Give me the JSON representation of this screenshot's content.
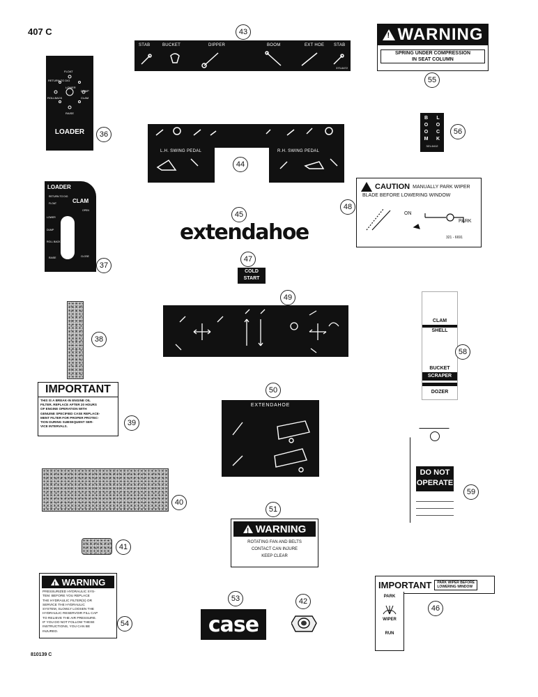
{
  "page": {
    "model": "407 C",
    "figure_code": "810139 C"
  },
  "callouts": [
    "43",
    "55",
    "36",
    "56",
    "44",
    "48",
    "45",
    "37",
    "47",
    "49",
    "38",
    "58",
    "39",
    "50",
    "59",
    "40",
    "51",
    "41",
    "42",
    "53",
    "54",
    "46"
  ],
  "decal_43": {
    "labels": [
      "STAB",
      "BUCKET",
      "DIPPER",
      "BOOM",
      "EXT HOE",
      "STAB"
    ],
    "part_no": "373-6472"
  },
  "decal_55": {
    "header": "WARNING",
    "text_lines": [
      "SPRING UNDER COMPRESSION",
      "IN SEAT COLUMN"
    ]
  },
  "decal_36": {
    "labels": [
      "FLOAT",
      "RETURN TO DIG",
      "LOWER",
      "ROLLBACK",
      "DUMP",
      "CLAM",
      "RAISE"
    ],
    "title": "LOADER"
  },
  "decal_56": {
    "letters": [
      "B",
      "L",
      "O",
      "O",
      "O",
      "C",
      "M",
      "K"
    ],
    "part_no": "321-6412"
  },
  "decal_44": {
    "left_label": "L.H. SWING PEDAL",
    "right_label": "R.H. SWING PEDAL"
  },
  "decal_48": {
    "header": "CAUTION",
    "header_rest": "MANUALLY PARK WIPER",
    "line2": "BLADE BEFORE LOWERING WINDOW",
    "on": "ON",
    "park": "PARK",
    "part_no": "321 - 6691"
  },
  "decal_45": {
    "text": "extendahoe"
  },
  "decal_37": {
    "title": "LOADER",
    "subtitle": "CLAM",
    "labels": [
      "RETURN TO DIG",
      "FLOAT",
      "LOWER",
      "DUMP",
      "ROLL BACK",
      "RAISE",
      "OPEN",
      "CLOSE"
    ]
  },
  "decal_47": {
    "lines": [
      "COLD",
      "START"
    ]
  },
  "decal_58": {
    "labels": [
      "CLAM",
      "SHELL",
      "BUCKET",
      "SCRAPER",
      "DOZER"
    ]
  },
  "decal_39": {
    "header": "IMPORTANT",
    "text_lines": [
      "THIS IS A BREAK-IN ENGINE OIL",
      "FILTER. REPLACE AFTER 20 HOURS",
      "OF ENGINE OPERATION WITH",
      "GENUINE SPECIFIED CASE REPLACE-",
      "MENT FILTER FOR PROPER PROTEC-",
      "TION DURING SUBSEQUENT SER-",
      "VICE INTERVALS."
    ]
  },
  "decal_50": {
    "title": "EXTENDAHOE"
  },
  "decal_59": {
    "lines": [
      "DO NOT",
      "OPERATE"
    ]
  },
  "decal_51": {
    "header": "WARNING",
    "text_lines": [
      "ROTATING FAN AND BELTS",
      "CONTACT CAN INJURE",
      "KEEP CLEAR"
    ]
  },
  "decal_42": {
    "header": "WARNING",
    "text_lines": [
      "PRESSURIZED HYDRAULIC SYS-",
      "TEM. BEFORE YOU REPLACE",
      "THE HYDRAULIC FILTER(S) OR",
      "SERVICE THE HYDRAULIC",
      "SYSTEM, SLOWLY LOOSEN THE",
      "HYDRAULIC RESERVOIR FILL CAP",
      "TO RELIEVE THE AIR PRESSURE.",
      "IF YOU DO NOT FOLLOW THESE",
      "INSTRUCTIONS, YOU CAN BE",
      "INJURED."
    ]
  },
  "decal_53": {
    "text": "case"
  },
  "decal_46": {
    "header": "IMPORTANT",
    "header_box": [
      "PARK WIPER BEFORE",
      "LOWERING WINDOW"
    ],
    "labels": [
      "PARK",
      "WIPER",
      "RUN"
    ]
  }
}
